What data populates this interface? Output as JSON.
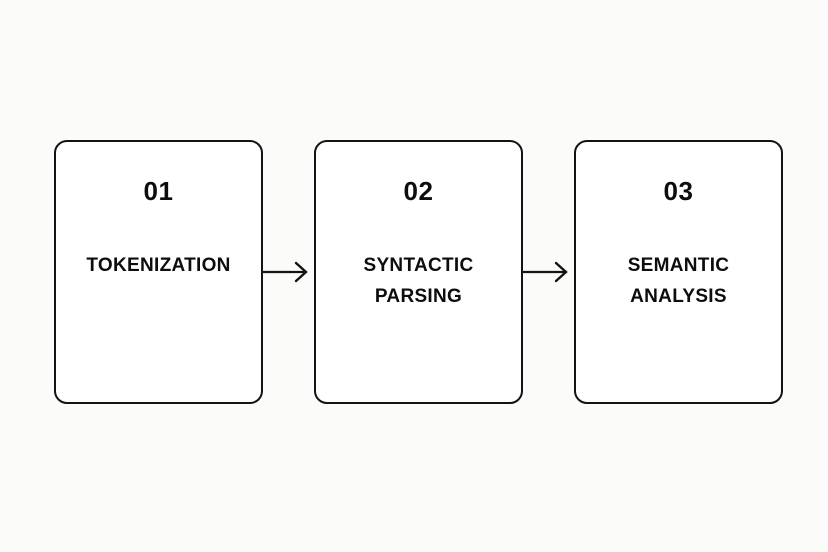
{
  "diagram": {
    "background_color": "#fbfbfa",
    "line_color": "#131313",
    "card_fill": "#ffffff",
    "text_color": "#0d0d0d",
    "steps": [
      {
        "number": "01",
        "label": "TOKENIZATION",
        "lines": 1
      },
      {
        "number": "02",
        "label": "SYNTACTIC\nPARSING",
        "lines": 2
      },
      {
        "number": "03",
        "label": "SEMANTIC\nANALYSIS",
        "lines": 2
      }
    ],
    "connectors": [
      {
        "icon": "arrow-right-icon",
        "from": "01",
        "to": "02"
      },
      {
        "icon": "arrow-right-icon",
        "from": "02",
        "to": "03"
      }
    ]
  }
}
